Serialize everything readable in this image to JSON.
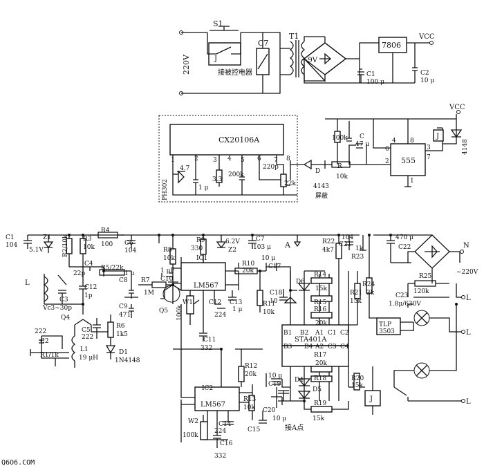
{
  "power_supply": {
    "switch": "S1",
    "relay_contact": "J",
    "relay_coil": "C7",
    "mains": "220V",
    "caption": "接被控电器",
    "transformer": "T1",
    "secondary": "~9V",
    "regulator": "7806",
    "c1_name": "C1",
    "c1_value": "100 μ",
    "c2_name": "C2",
    "c2_value": "10 μ",
    "vcc": "VCC"
  },
  "receiver": {
    "ic": "CX20106A",
    "pins": [
      "1",
      "2",
      "3",
      "4",
      "5",
      "6",
      "7",
      "8"
    ],
    "photo_diode": "PH302",
    "r1": "4.7",
    "c1": "1 μ",
    "r2": "3.3",
    "r3": "200k",
    "c2": "220p",
    "r4": "22k",
    "r_top": "100k",
    "cap": "C",
    "cap_value": "47 μ",
    "diode": "D",
    "diode_value": "4143",
    "resistor": "R",
    "resistor_value": "10k",
    "shield": "屏蔽",
    "timer": "555",
    "timer_pins": [
      "2",
      "4",
      "6",
      "7",
      "8",
      "3",
      "1"
    ],
    "relay": "J",
    "flyback": "4148",
    "vcc": "VCC"
  },
  "main": {
    "c1": "C1",
    "c1_value": "104",
    "z1": "Z1",
    "z1_value": "5.1V",
    "r2": "R2/10k",
    "r3": "R3",
    "r3_value": "10k",
    "r4": "R4",
    "r4_value": "100",
    "c6": "C6",
    "c6_value": "104",
    "c4": "C4",
    "c4_value": "22p",
    "r5": "R5/22k",
    "l": "L",
    "c3": "C3",
    "c12a": "C12",
    "c12a_value": "1p",
    "vc": "Vc3~30p",
    "q4": "Q4",
    "c2": "C2",
    "c2_value": "222",
    "r1": "R1/1k",
    "c5": "C5",
    "c5_value": "222",
    "l1": "L1",
    "l1_value": "19 μH",
    "r6": "R6",
    "r6_value": "1k5",
    "d1": "D1",
    "d1_value": "1N4148",
    "c8": "C8",
    "c8_value": "1 μ",
    "r7": "R7",
    "r7_value": "1M",
    "c9": "C9",
    "c9_value": "471",
    "r8": "R8",
    "r8_value": "10k",
    "c10": "C10",
    "c10_value": "1 μF",
    "q5": "Q5",
    "r9": "R9",
    "r9_value": "330",
    "z2": "Z2",
    "z2_value": "6.2V",
    "c7": "C7",
    "c7_value": "103 μ",
    "node_a": "A",
    "ic1": "IC1",
    "ic1_chip": "LM567",
    "w1": "W1",
    "w1_value": "100k",
    "c12": "C12",
    "c12_value": "224",
    "c11": "C11",
    "c11_value": "332",
    "c13": "C13",
    "c13_value": "1 μ",
    "r10": "R10",
    "r10_value": "20k",
    "r11": "R11",
    "r11_value": "10k",
    "c17": "C17",
    "c17_value": "10 μ",
    "c18": "C18",
    "c18_value": "10",
    "d6": "D6",
    "r14": "R14",
    "r14_value": "15k",
    "r15": "R15",
    "r16": "R16",
    "r16_value": "20k",
    "r22": "R22",
    "r22_value": "4k7",
    "c21": "C21",
    "c21_value": "104",
    "r23": "R23",
    "r23_value": "1k",
    "r21": "R21",
    "r21_value": "15k",
    "r24": "R24",
    "r24_value": "2k",
    "ic_sta": "STA401A",
    "sta_pins": [
      "B1",
      "B2",
      "A1",
      "C1",
      "C2",
      "B3",
      "B4",
      "A2",
      "C3",
      "C4"
    ],
    "c22": "C22",
    "c22_value": "470 μ",
    "n": "N",
    "mains": "~220V",
    "r25": "R25",
    "r25_value": "120k",
    "c23": "C23",
    "c23_value": "1.8μ/630V",
    "tlp": "TLP",
    "tlp_value": "3503",
    "l_out": "L",
    "r12": "R12",
    "r12_value": "20k",
    "r17": "R17",
    "r17_value": "20k",
    "r18": "R18",
    "r19": "R19",
    "r19_value": "15k",
    "r20": "R20",
    "r20_value": "15k",
    "c19": "C19",
    "c19_value": "10 μ",
    "c20": "C20",
    "c20_value": "10 μ",
    "d4": "D4",
    "d5": "D5",
    "ic2": "IC2",
    "ic2_chip": "LM567",
    "w2": "W2",
    "w2_value": "100k",
    "c14": "C14",
    "c14_value": "224",
    "r13": "R13",
    "r13_value": "10k",
    "c15": "C15",
    "c16": "C16",
    "c16_value": "332",
    "relay_j": "J",
    "caption": "接A点"
  },
  "watermark": "Q6O6.COM"
}
